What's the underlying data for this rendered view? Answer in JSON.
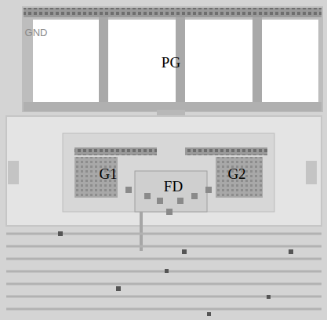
{
  "diagram": {
    "labels": [
      "GND",
      "PG",
      "G1",
      "FD",
      "G2"
    ]
  }
}
